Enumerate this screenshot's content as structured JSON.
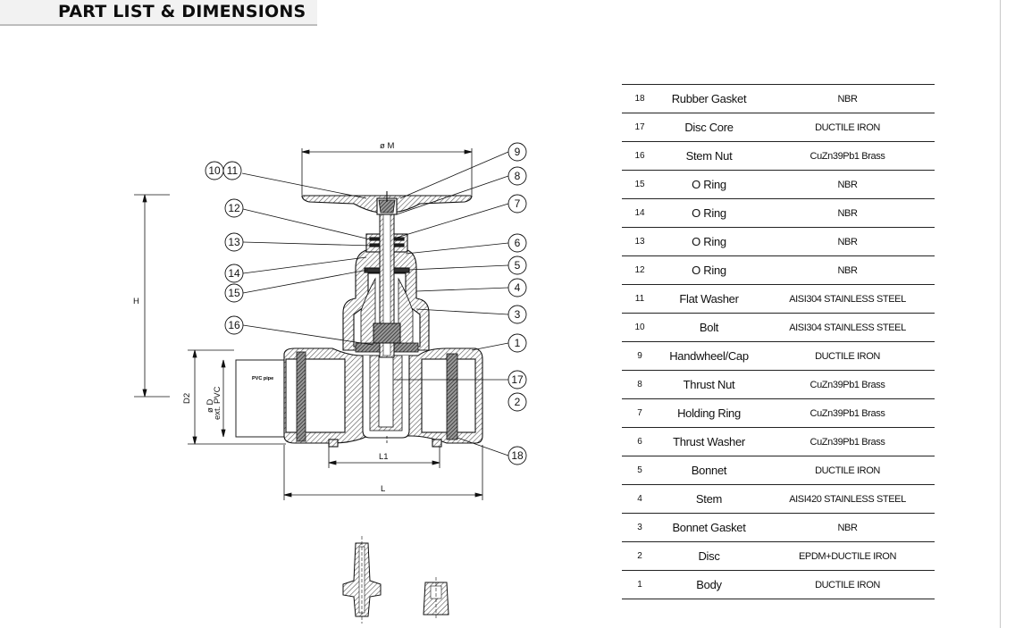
{
  "header": {
    "title": "PART LIST & DIMENSIONS"
  },
  "drawing": {
    "dim_labels": {
      "m": "ø M",
      "h": "H",
      "d2": "D2",
      "od": "ø D",
      "ext": "ext. PVC",
      "l1": "L1",
      "l": "L"
    },
    "pipe_label": "PVC pipe",
    "balloons": [
      "10",
      "11",
      "12",
      "13",
      "14",
      "15",
      "16",
      "9",
      "8",
      "7",
      "6",
      "5",
      "4",
      "3",
      "1",
      "17",
      "2",
      "18"
    ]
  },
  "parts": [
    {
      "no": "18",
      "name": "Rubber Gasket",
      "material": "NBR"
    },
    {
      "no": "17",
      "name": "Disc Core",
      "material": "DUCTILE IRON"
    },
    {
      "no": "16",
      "name": "Stem Nut",
      "material": "CuZn39Pb1 Brass"
    },
    {
      "no": "15",
      "name": "O Ring",
      "material": "NBR"
    },
    {
      "no": "14",
      "name": "O Ring",
      "material": "NBR"
    },
    {
      "no": "13",
      "name": "O Ring",
      "material": "NBR"
    },
    {
      "no": "12",
      "name": "O Ring",
      "material": "NBR"
    },
    {
      "no": "11",
      "name": "Flat Washer",
      "material": "AISI304 STAINLESS STEEL"
    },
    {
      "no": "10",
      "name": "Bolt",
      "material": "AISI304 STAINLESS STEEL"
    },
    {
      "no": "9",
      "name": "Handwheel/Cap",
      "material": "DUCTILE IRON"
    },
    {
      "no": "8",
      "name": "Thrust Nut",
      "material": "CuZn39Pb1 Brass"
    },
    {
      "no": "7",
      "name": "Holding Ring",
      "material": "CuZn39Pb1 Brass"
    },
    {
      "no": "6",
      "name": "Thrust Washer",
      "material": "CuZn39Pb1 Brass"
    },
    {
      "no": "5",
      "name": "Bonnet",
      "material": "DUCTILE IRON"
    },
    {
      "no": "4",
      "name": "Stem",
      "material": "AISI420 STAINLESS STEEL"
    },
    {
      "no": "3",
      "name": "Bonnet Gasket",
      "material": "NBR"
    },
    {
      "no": "2",
      "name": "Disc",
      "material": "EPDM+DUCTILE IRON"
    },
    {
      "no": "1",
      "name": "Body",
      "material": "DUCTILE IRON"
    }
  ]
}
